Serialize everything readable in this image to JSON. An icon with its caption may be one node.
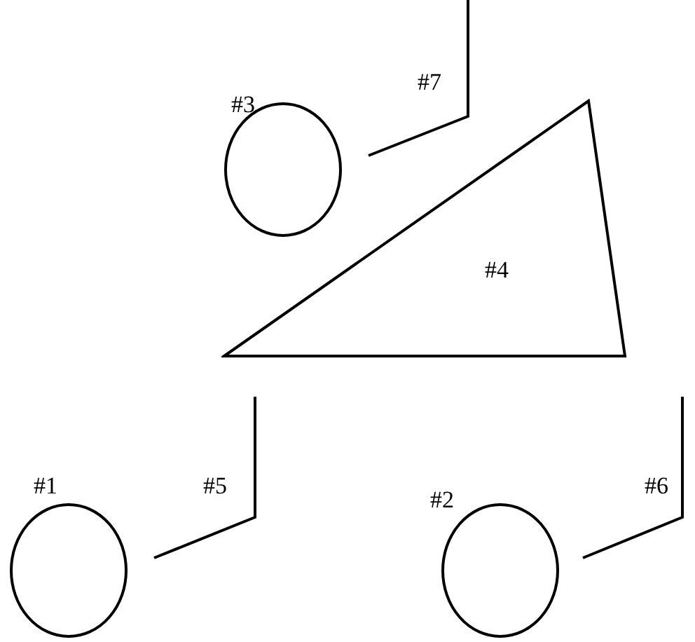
{
  "diagram": {
    "nodes": [
      {
        "text": [
          "#3"
        ]
      },
      {
        "text": [
          "#4"
        ]
      },
      {
        "text": [
          "#1"
        ]
      },
      {
        "text": [
          "#2"
        ]
      }
    ],
    "labels": [
      "#7",
      "#5",
      "#6"
    ]
  }
}
